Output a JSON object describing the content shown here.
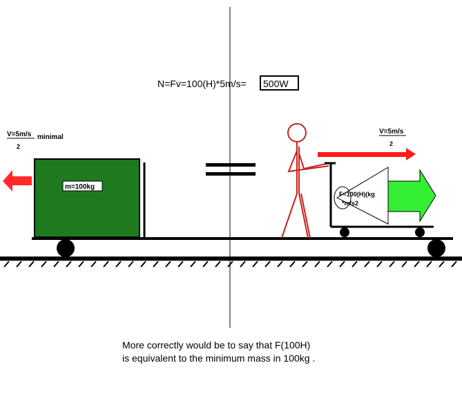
{
  "formula": {
    "text": "N=Fv=100(H)*5m/s=",
    "result": "500W"
  },
  "left_cart": {
    "velocity_numerator": "V=5m/s",
    "velocity_denominator": "2",
    "velocity_note": "minimal",
    "mass_label": "m=100kg",
    "box_color": "#1f7a1f",
    "arrow_color": "#ff2a2a"
  },
  "right_cart": {
    "velocity_numerator": "V=5m/s",
    "velocity_denominator": "2",
    "force_line1": "F=100(H)(kg",
    "force_line2": "*m/s2",
    "velocity_arrow_color": "#ff1a1a",
    "force_arrow_color": "#33ee33",
    "person_color": "#c8211a"
  },
  "equals_sign": "=",
  "caption": {
    "line1": "More correctly would be to say that F(100H)",
    "line2": "is equivalent to the minimum mass in 100kg ."
  }
}
